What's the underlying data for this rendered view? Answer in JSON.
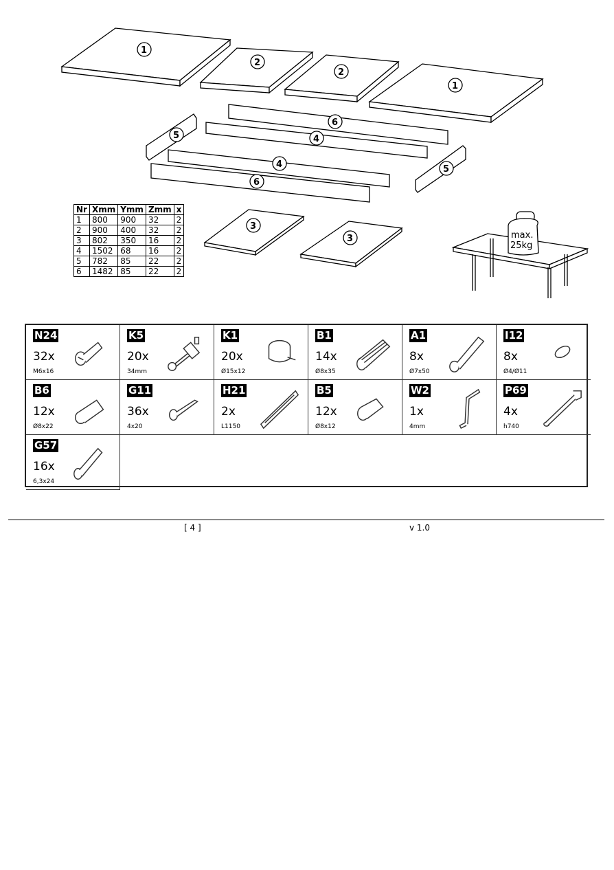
{
  "diagram_labels": {
    "p1": "1",
    "p2": "2",
    "p3": "3",
    "p4": "4",
    "p5": "5",
    "p6": "6"
  },
  "weight": {
    "line1": "max.",
    "line2": "25kg"
  },
  "parts_table": {
    "headers": [
      "Nr",
      "Xmm",
      "Ymm",
      "Zmm",
      "x"
    ],
    "rows": [
      [
        "1",
        "800",
        "900",
        "32",
        "2"
      ],
      [
        "2",
        "900",
        "400",
        "32",
        "2"
      ],
      [
        "3",
        "802",
        "350",
        "16",
        "2"
      ],
      [
        "4",
        "1502",
        "68",
        "16",
        "2"
      ],
      [
        "5",
        "782",
        "85",
        "22",
        "2"
      ],
      [
        "6",
        "1482",
        "85",
        "22",
        "2"
      ]
    ]
  },
  "hardware": [
    {
      "code": "N24",
      "qty": "32x",
      "size": "M6x16",
      "icon": "bolt-icon"
    },
    {
      "code": "K5",
      "qty": "20x",
      "size": "34mm",
      "icon": "connector-bolt-icon"
    },
    {
      "code": "K1",
      "qty": "20x",
      "size": "Ø15x12",
      "icon": "cam-lock-icon"
    },
    {
      "code": "B1",
      "qty": "14x",
      "size": "Ø8x35",
      "icon": "wood-dowel-icon"
    },
    {
      "code": "A1",
      "qty": "8x",
      "size": "Ø7x50",
      "icon": "long-screw-icon"
    },
    {
      "code": "I12",
      "qty": "8x",
      "size": "Ø4/Ø11",
      "icon": "cap-icon"
    },
    {
      "code": "B6",
      "qty": "12x",
      "size": "Ø8x22",
      "icon": "insert-dowel-icon"
    },
    {
      "code": "G11",
      "qty": "36x",
      "size": "4x20",
      "icon": "wood-screw-icon"
    },
    {
      "code": "H21",
      "qty": "2x",
      "size": "L1150",
      "icon": "slide-rail-icon"
    },
    {
      "code": "B5",
      "qty": "12x",
      "size": "Ø8x12",
      "icon": "threaded-insert-icon"
    },
    {
      "code": "W2",
      "qty": "1x",
      "size": "4mm",
      "icon": "allen-key-icon"
    },
    {
      "code": "P69",
      "qty": "4x",
      "size": "h740",
      "icon": "table-leg-icon"
    },
    {
      "code": "G57",
      "qty": "16x",
      "size": "6,3x24",
      "icon": "euro-screw-icon"
    }
  ],
  "footer": {
    "page": "[ 4 ]",
    "version": "v 1.0"
  }
}
